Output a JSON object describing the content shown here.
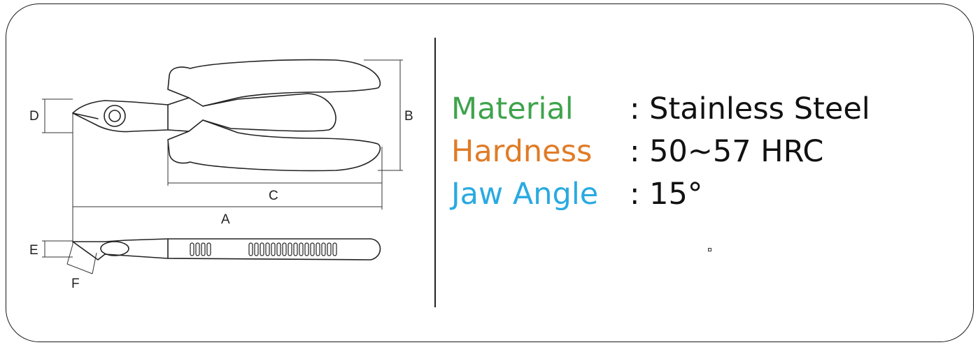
{
  "diagram": {
    "dimension_labels": {
      "a": "A",
      "b": "B",
      "c": "C",
      "d": "D",
      "e": "E",
      "f": "F"
    }
  },
  "specs": [
    {
      "label": "Material",
      "value": ": Stainless Steel",
      "color": "#3fa34d"
    },
    {
      "label": "Hardness",
      "value": ": 50~57 HRC",
      "color": "#e07b26"
    },
    {
      "label": "Jaw Angle",
      "value": ": 15°",
      "color": "#2aaae1"
    }
  ]
}
